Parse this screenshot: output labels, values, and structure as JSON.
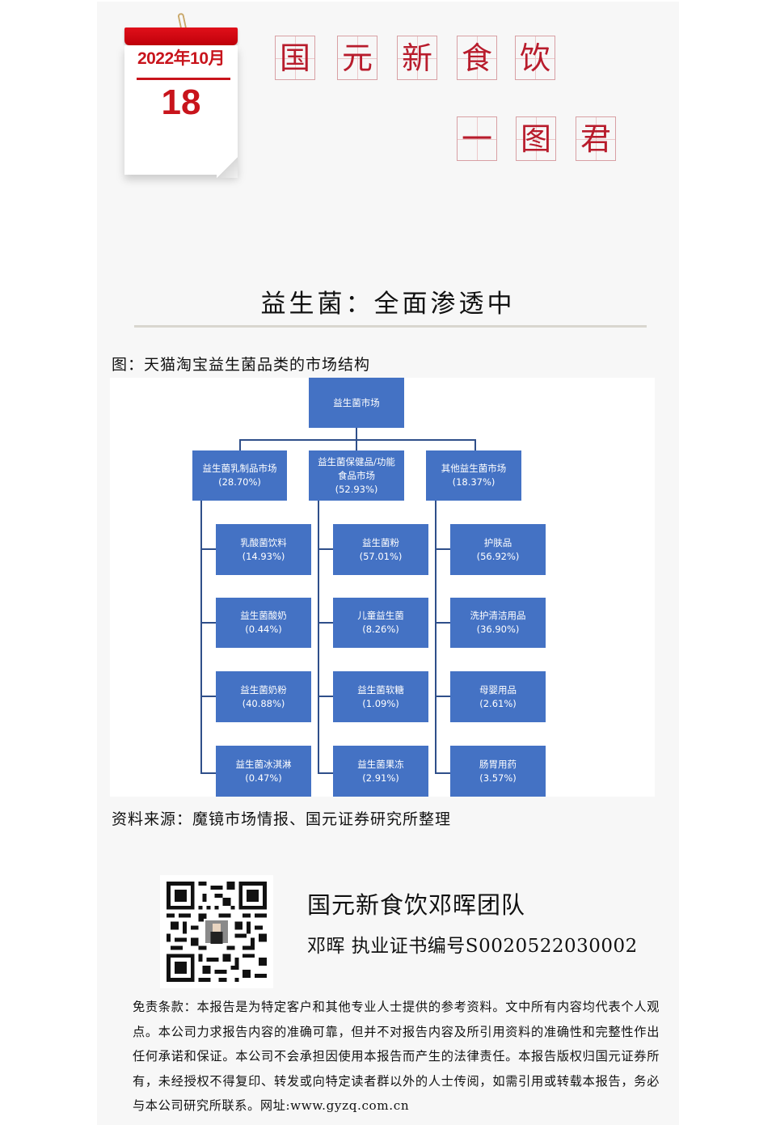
{
  "calendar": {
    "year_month": "2022年10月",
    "day": "18"
  },
  "brand_title": {
    "line1": [
      "国",
      "元",
      "新",
      "食",
      "饮"
    ],
    "line2": [
      "一",
      "图",
      "君"
    ],
    "color": "#b81c2c"
  },
  "headline": "益生菌：全面渗透中",
  "figure_caption": "图：天猫淘宝益生菌品类的市场结构",
  "diagram": {
    "node_color": "#4472c4",
    "root": {
      "label": "益生菌市场"
    },
    "categories": [
      {
        "label": "益生菌乳制品市场",
        "share": "(28.70%)",
        "children": [
          {
            "label": "乳酸菌饮料",
            "share": "(14.93%)"
          },
          {
            "label": "益生菌酸奶",
            "share": "(0.44%)"
          },
          {
            "label": "益生菌奶粉",
            "share": "(40.88%)"
          },
          {
            "label": "益生菌冰淇淋",
            "share": "(0.47%)"
          }
        ]
      },
      {
        "label": "益生菌保健品/功能食品市场",
        "label_line1": "益生菌保健品/功能",
        "label_line2": "食品市场",
        "share": "(52.93%)",
        "children": [
          {
            "label": "益生菌粉",
            "share": "(57.01%)"
          },
          {
            "label": "儿童益生菌",
            "share": "(8.26%)"
          },
          {
            "label": "益生菌软糖",
            "share": "(1.09%)"
          },
          {
            "label": "益生菌果冻",
            "share": "(2.91%)"
          }
        ]
      },
      {
        "label": "其他益生菌市场",
        "share": "(18.37%)",
        "children": [
          {
            "label": "护肤品",
            "share": "(56.92%)"
          },
          {
            "label": "洗护清洁用品",
            "share": "(36.90%)"
          },
          {
            "label": "母婴用品",
            "share": "(2.61%)"
          },
          {
            "label": "肠胃用药",
            "share": "(3.57%)"
          }
        ]
      }
    ]
  },
  "source": "资料来源：魔镜市场情报、国元证券研究所整理",
  "footer": {
    "team": "国元新食饮邓晖团队",
    "cert": "邓晖  执业证书编号S0020522030002",
    "qr_icon": "qr-code-icon"
  },
  "disclaimer": "免责条款：本报告是为特定客户和其他专业人士提供的参考资料。文中所有内容均代表个人观点。本公司力求报告内容的准确可靠，但并不对报告内容及所引用资料的准确性和完整性作出任何承诺和保证。本公司不会承担因使用本报告而产生的法律责任。本报告版权归国元证券所有，未经授权不得复印、转发或向特定读者群以外的人士传阅，如需引用或转载本报告，务必与本公司研究所联系。网址:www.gyzq.com.cn"
}
